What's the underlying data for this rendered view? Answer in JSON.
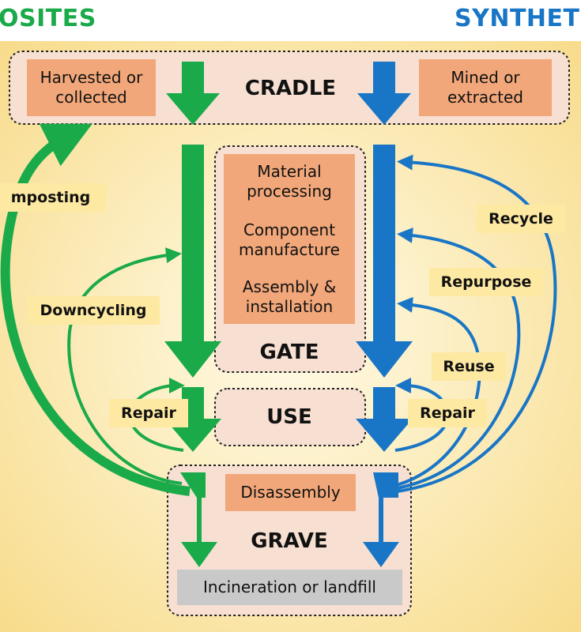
{
  "headers": {
    "left": "OSITES",
    "right": "SYNTHETIC",
    "left_color": "#1aaa4a",
    "right_color": "#1976c6"
  },
  "cradle": {
    "title": "CRADLE",
    "left_box": "Harvested or collected",
    "right_box": "Mined or extracted"
  },
  "gate": {
    "title": "GATE",
    "steps": [
      "Material processing",
      "Component manufacture",
      "Assembly & installation"
    ]
  },
  "use": {
    "title": "USE"
  },
  "grave": {
    "title": "GRAVE",
    "disassembly": "Disassembly",
    "end": "Incineration or landfill"
  },
  "loops": {
    "composting": "mposting",
    "downcycling": "Downcycling",
    "repair_left": "Repair",
    "repair_right": "Repair",
    "recycle": "Recycle",
    "repurpose": "Repurpose",
    "reuse": "Reuse"
  },
  "colors": {
    "green": "#1aaa4a",
    "blue": "#1976c6",
    "stage_fill": "#f7e0d2",
    "process_fill": "#f1a77a",
    "end_fill": "#c9c9c9",
    "tag_fill": "#fde9a2"
  }
}
